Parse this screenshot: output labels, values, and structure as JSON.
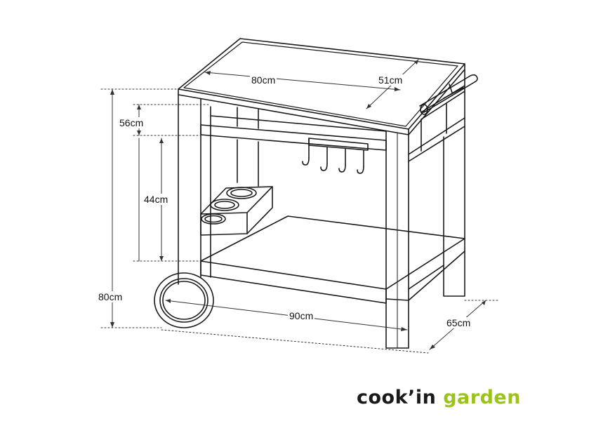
{
  "dimensions": {
    "top_width": "80cm",
    "top_depth": "51cm",
    "total_height": "80cm",
    "upper_height": "56cm",
    "lower_height": "44cm",
    "total_width": "90cm",
    "total_depth": "65cm"
  },
  "brand": {
    "part1": "cook’in",
    "part2": "garden"
  },
  "colors": {
    "line": "#1a1a1a",
    "dimension": "#333333",
    "brand_dark": "#1a1a1a",
    "brand_green": "#9bc31c"
  }
}
